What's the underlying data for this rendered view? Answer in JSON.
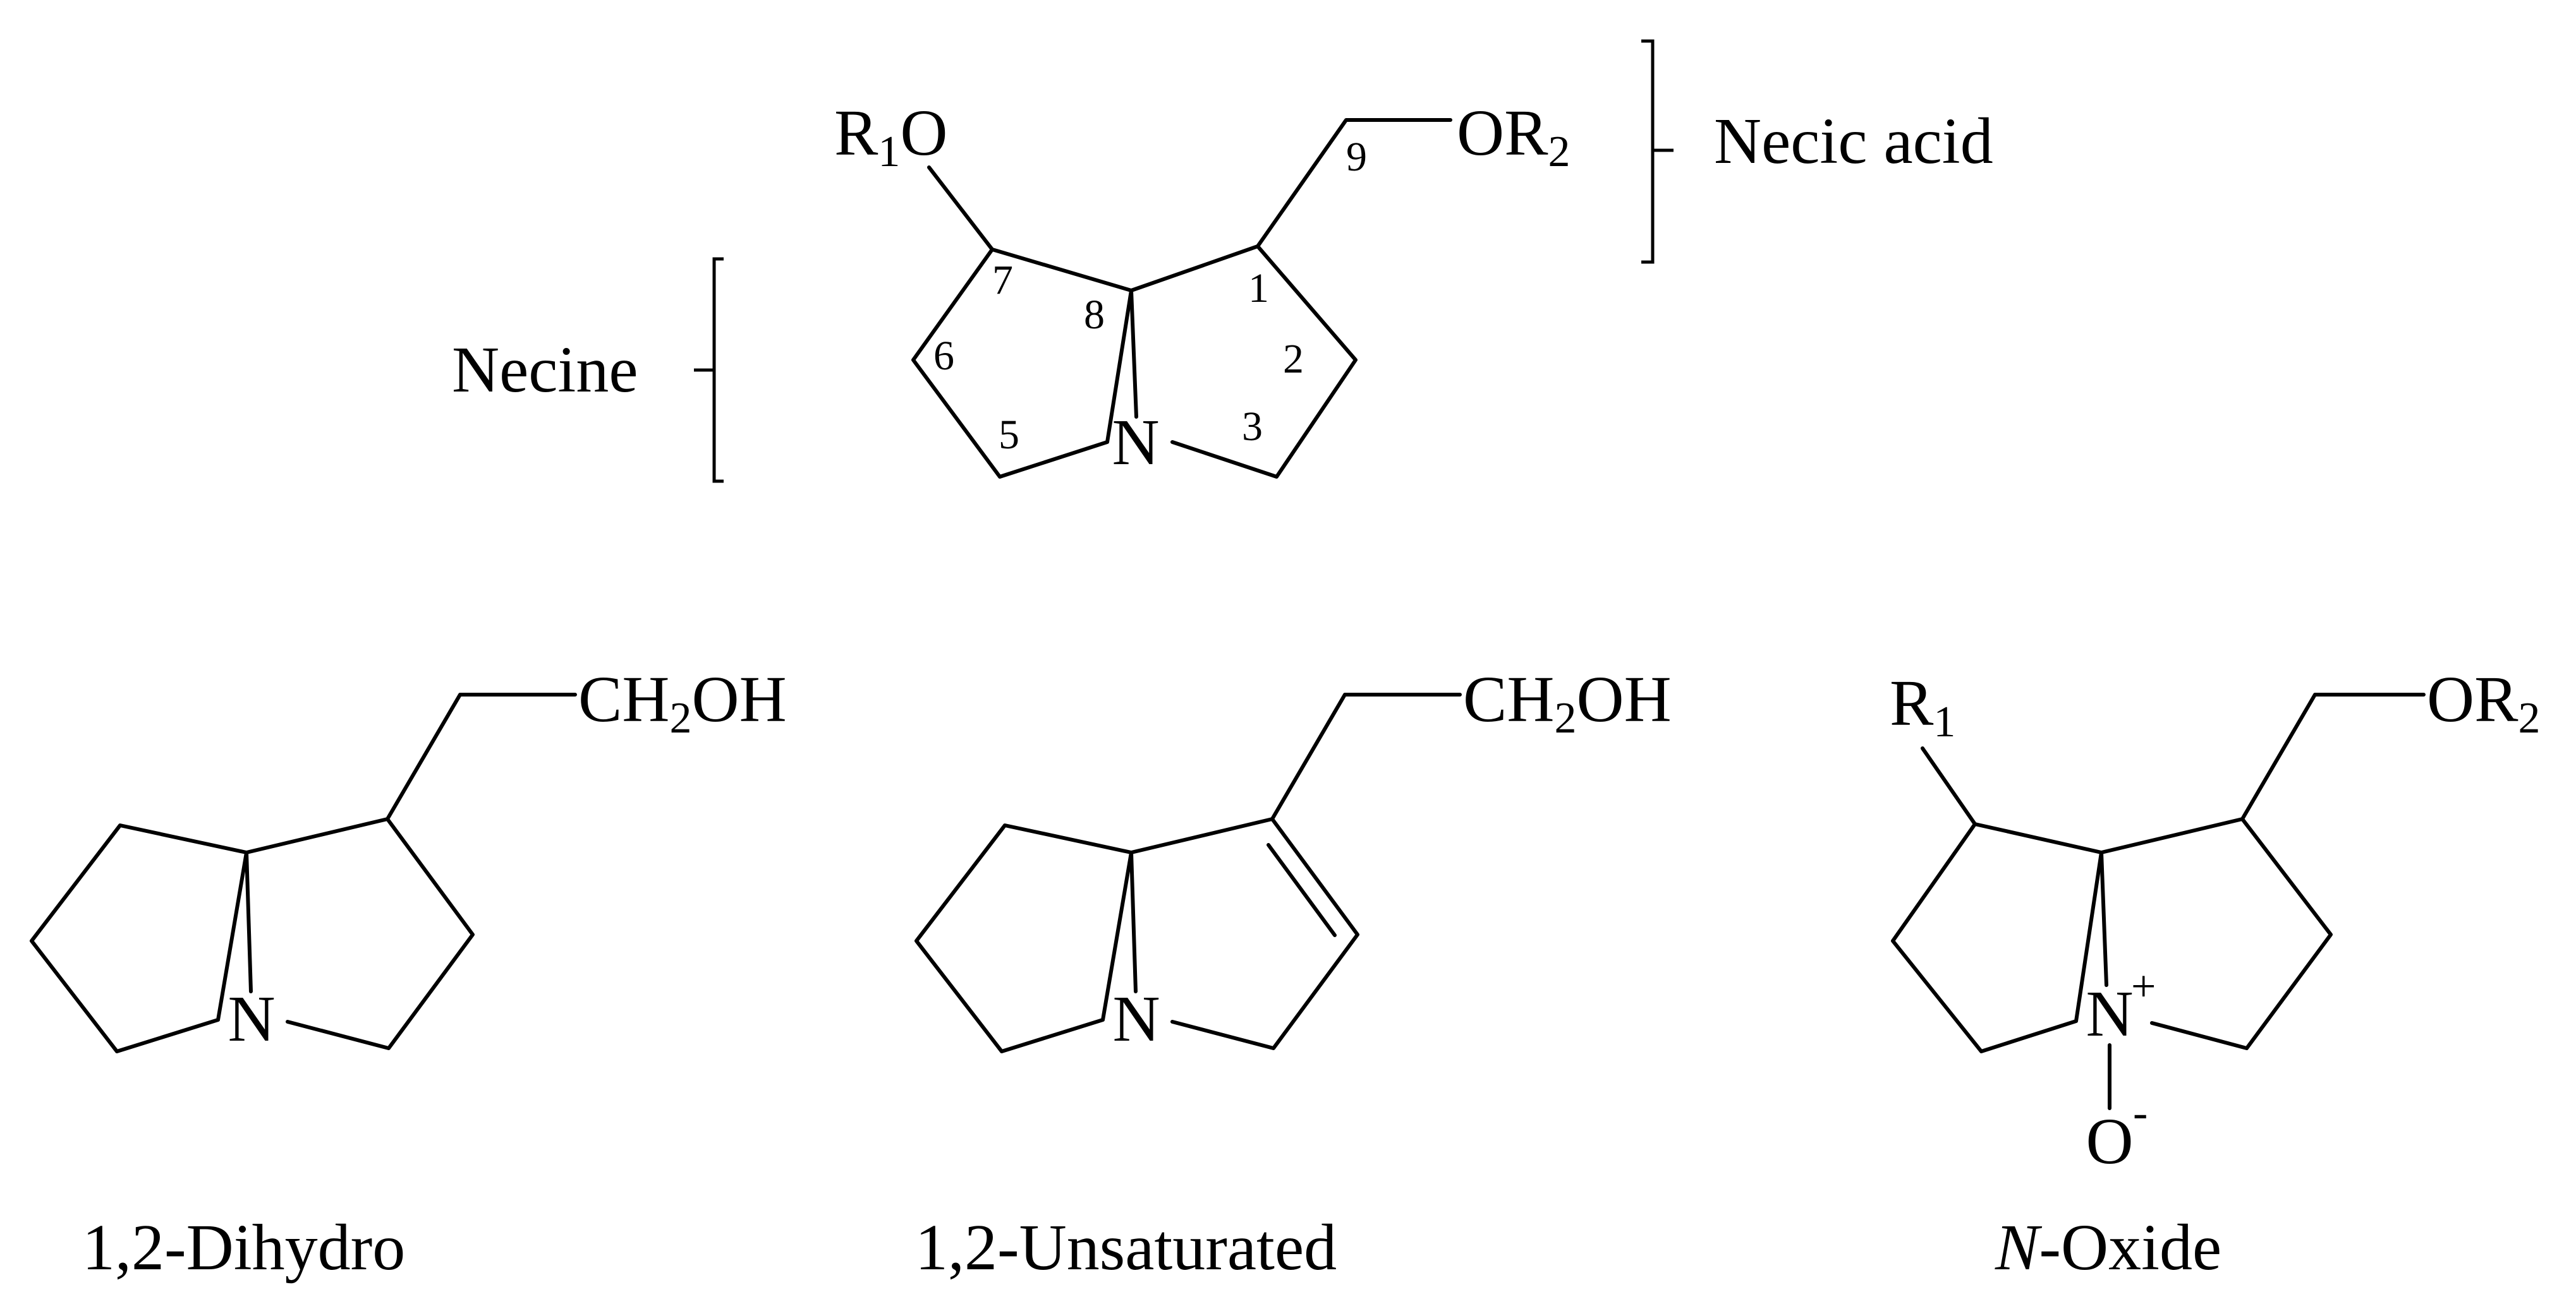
{
  "top_structure": {
    "r1o": {
      "main": "R",
      "sub": "1",
      "tail": "O"
    },
    "or2": {
      "main": "OR",
      "sub": "2"
    },
    "nitrogen": "N",
    "positions": [
      "1",
      "2",
      "3",
      "5",
      "6",
      "7",
      "8",
      "9"
    ],
    "necic_acid_label": "Necic acid",
    "necine_label": "Necine"
  },
  "dihydro": {
    "ch2oh": {
      "main": "CH",
      "sub": "2",
      "tail": "OH"
    },
    "nitrogen": "N",
    "caption": "1,2-Dihydro"
  },
  "unsaturated": {
    "ch2oh": {
      "main": "CH",
      "sub": "2",
      "tail": "OH"
    },
    "nitrogen": "N",
    "caption": "1,2-Unsaturated"
  },
  "n_oxide": {
    "r1": {
      "main": "R",
      "sub": "1"
    },
    "or2": {
      "main": "OR",
      "sub": "2"
    },
    "nitrogen": "N",
    "n_charge": "+",
    "oxygen": "O",
    "o_charge": "-",
    "caption_italic": "N",
    "caption_rest": "-Oxide"
  }
}
